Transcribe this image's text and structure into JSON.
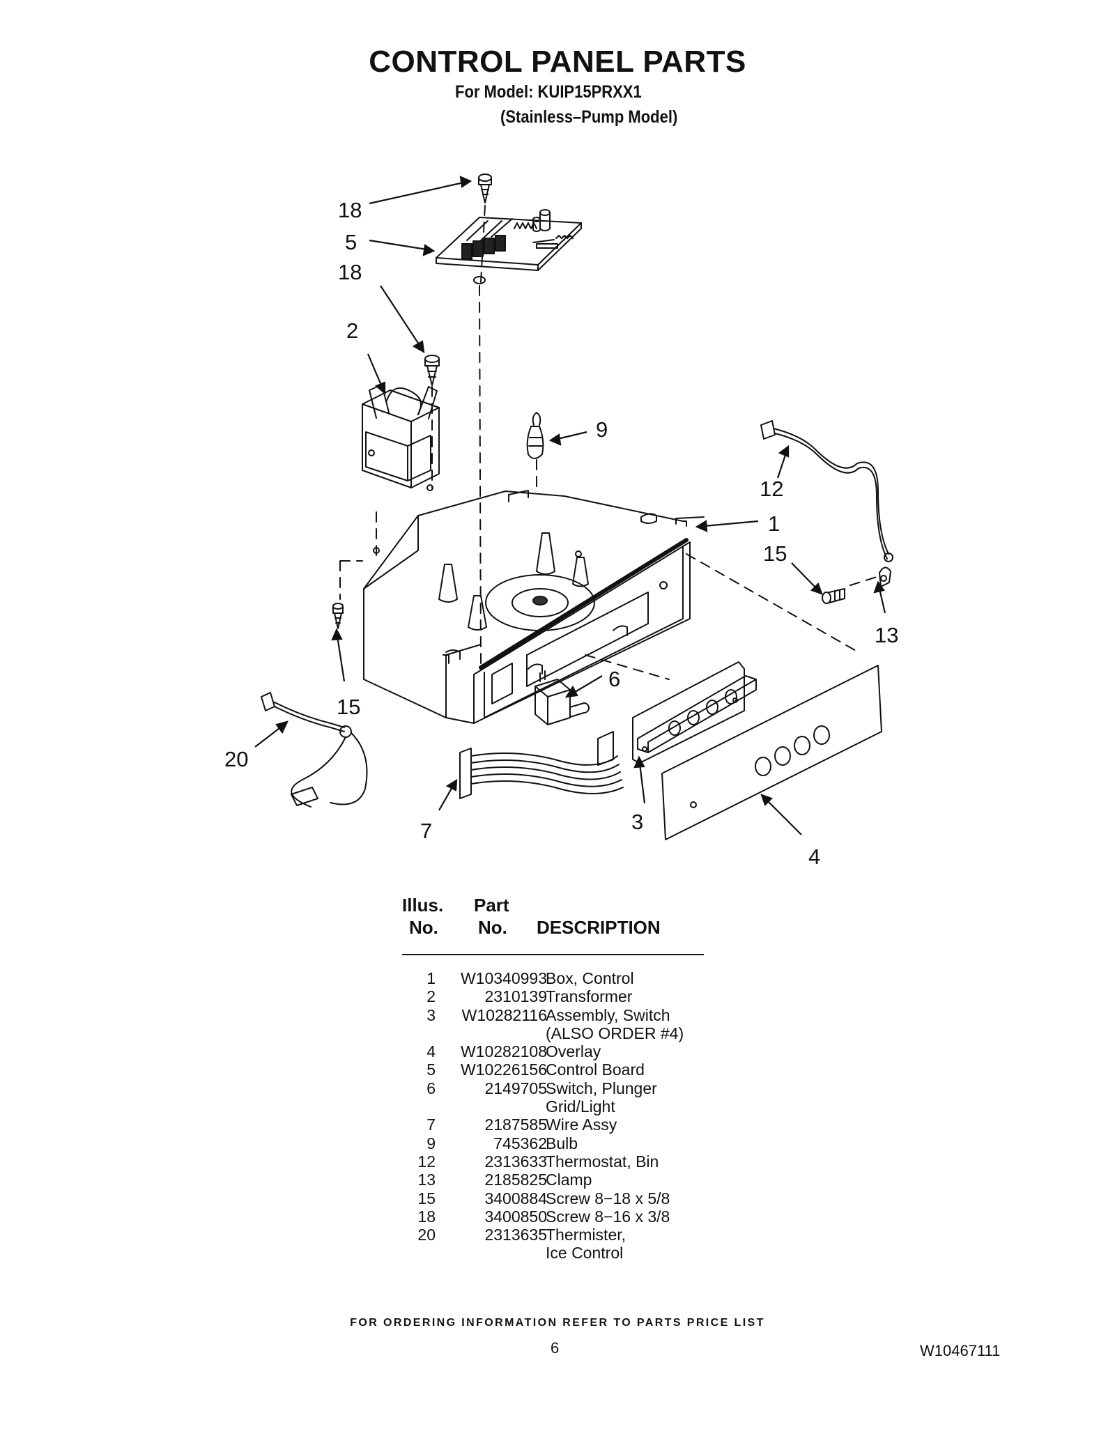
{
  "header": {
    "title": "CONTROL PANEL PARTS",
    "model_line": "For Model: KUIP15PRXX1",
    "variant_line": "(Stainless–Pump Model)"
  },
  "diagram": {
    "callouts": [
      "18",
      "5",
      "18",
      "2",
      "9",
      "12",
      "1",
      "15",
      "13",
      "6",
      "15",
      "20",
      "7",
      "3",
      "4"
    ]
  },
  "parts_table": {
    "headers": {
      "illus_top": "Illus.",
      "illus_bottom": "No.",
      "part_top": "Part",
      "part_bottom": "No.",
      "description": "DESCRIPTION"
    },
    "rows": [
      {
        "illus": "1",
        "part": "W10340993",
        "desc": "Box, Control"
      },
      {
        "illus": "2",
        "part": "2310139",
        "desc": "Transformer"
      },
      {
        "illus": "3",
        "part": "W10282116",
        "desc": "Assembly, Switch"
      },
      {
        "illus": "",
        "part": "",
        "desc": "(ALSO ORDER #4)"
      },
      {
        "illus": "4",
        "part": "W10282108",
        "desc": "Overlay"
      },
      {
        "illus": "5",
        "part": "W10226156",
        "desc": "Control Board"
      },
      {
        "illus": "6",
        "part": "2149705",
        "desc": "Switch, Plunger"
      },
      {
        "illus": "",
        "part": "",
        "desc": "Grid/Light"
      },
      {
        "illus": "7",
        "part": "2187585",
        "desc": "Wire Assy"
      },
      {
        "illus": "9",
        "part": "745362",
        "desc": "Bulb"
      },
      {
        "illus": "12",
        "part": "2313633",
        "desc": "Thermostat, Bin"
      },
      {
        "illus": "13",
        "part": "2185825",
        "desc": "Clamp"
      },
      {
        "illus": "15",
        "part": "3400884",
        "desc": "Screw 8−18 x 5/8"
      },
      {
        "illus": "18",
        "part": "3400850",
        "desc": "Screw 8−16 x 3/8"
      },
      {
        "illus": "20",
        "part": "2313635",
        "desc": "Thermister,"
      },
      {
        "illus": "",
        "part": "",
        "desc": "Ice Control"
      }
    ]
  },
  "footer": {
    "ordering_note": "FOR ORDERING INFORMATION REFER TO PARTS PRICE LIST",
    "page_number": "6",
    "document_number": "W10467111"
  }
}
